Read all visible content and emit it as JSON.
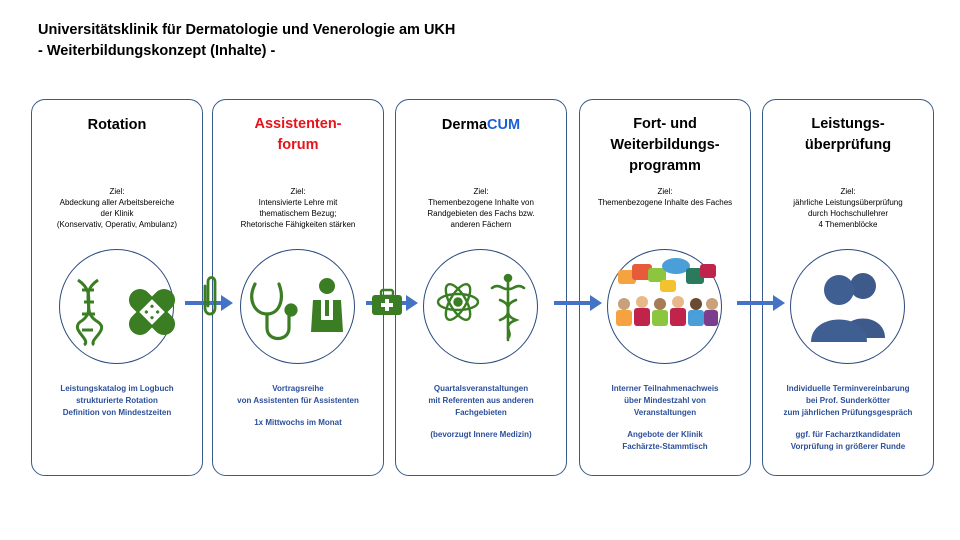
{
  "header": {
    "title_line1": "Universitätsklinik für Dermatologie und Venerologie am UKH",
    "title_line2": "- Weiterbildungskonzept (Inhalte) -"
  },
  "cards": [
    {
      "title_lines": [
        "Rotation"
      ],
      "goal_label": "Ziel:",
      "goal_lines": [
        "Abdeckung aller Arbeitsbereiche",
        "der Klinik",
        "(Konservativ, Operativ, Ambulanz)"
      ],
      "icons": [
        "dna-icon",
        "bandage-icon"
      ],
      "desc_lines": [
        "Leistungskatalog im Logbuch",
        "strukturierte Rotation",
        "Definition von Mindestzeiten"
      ]
    },
    {
      "title_lines": [
        "Assistenten-",
        "forum"
      ],
      "title_color": "#e8131a",
      "goal_label": "Ziel:",
      "goal_lines": [
        "Intensivierte Lehre mit",
        "thematischem Bezug;",
        "Rhetorische Fähigkeiten stärken"
      ],
      "icons": [
        "stethoscope-icon",
        "doctor-icon"
      ],
      "desc_lines": [
        "Vortragsreihe",
        "von Assistenten für Assistenten",
        "",
        "1x Mittwochs im Monat"
      ]
    },
    {
      "title_prefix": "Derma",
      "title_suffix": "CUM",
      "title_suffix_color": "#1a5fd6",
      "goal_label": "Ziel:",
      "goal_lines": [
        "Themenbezogene Inhalte von",
        "Randgebieten des Fachs bzw.",
        "anderen Fächern"
      ],
      "icons": [
        "atom-icon",
        "caduceus-icon"
      ],
      "desc_lines": [
        "Quartalsveranstaltungen",
        "mit Referenten aus anderen",
        "Fachgebieten",
        "",
        "(bevorzugt Innere Medizin)"
      ]
    },
    {
      "title_lines": [
        "Fort- und",
        "Weiterbildungs-",
        "programm"
      ],
      "goal_label": "Ziel:",
      "goal_lines": [
        "Themenbezogene Inhalte des Faches"
      ],
      "icons": [
        "speech-bubbles-people-icon"
      ],
      "desc_lines": [
        "Interner Teilnahmenachweis",
        "über Mindestzahl von",
        "Veranstaltungen",
        "",
        "Angebote der Klinik",
        "Fachärzte-Stammtisch"
      ]
    },
    {
      "title_lines": [
        "Leistungs-",
        "überprüfung"
      ],
      "goal_label": "Ziel:",
      "goal_lines": [
        "jährliche Leistungsüberprüfung",
        "durch Hochschullehrer",
        "4 Themenblöcke"
      ],
      "icons": [
        "two-persons-icon"
      ],
      "desc_lines": [
        "Individuelle Terminvereinbarung",
        "bei Prof. Sunderkötter",
        "zum jährlichen Prüfungsgespräch",
        "",
        "ggf. für Facharztkandidaten",
        "Vorprüfung in größerer Runde"
      ]
    }
  ],
  "colors": {
    "border": "#3a5a8c",
    "desc_text": "#2c4f9a",
    "arrow": "#4472c4",
    "icon_green": "#3b7d23"
  },
  "connector_icons": [
    "paperclip-icon",
    "medical-bag-icon"
  ]
}
